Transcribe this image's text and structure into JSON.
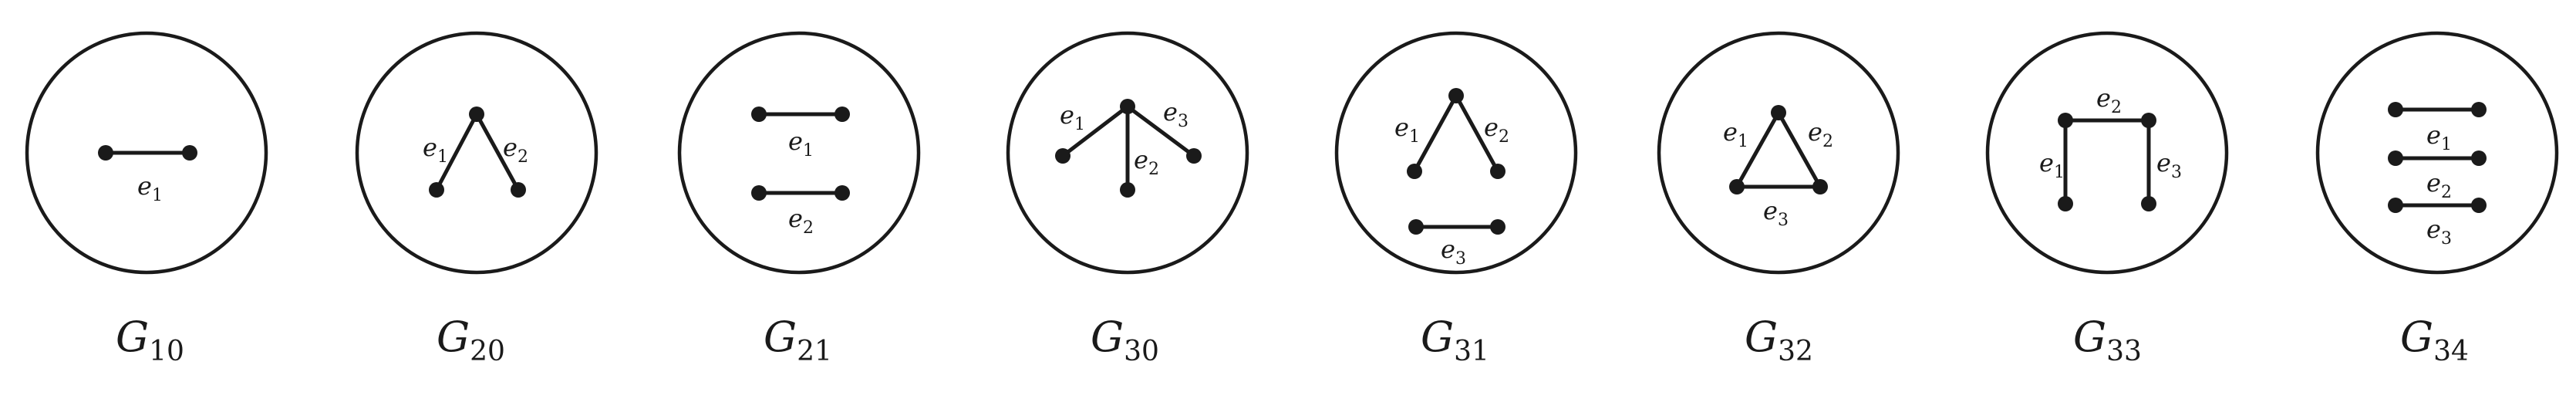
{
  "graphs": [
    {
      "name": "G",
      "subscript": "10",
      "edges": [
        {
          "label": "e",
          "index": "1"
        }
      ]
    },
    {
      "name": "G",
      "subscript": "20",
      "edges": [
        {
          "label": "e",
          "index": "1"
        },
        {
          "label": "e",
          "index": "2"
        }
      ]
    },
    {
      "name": "G",
      "subscript": "21",
      "edges": [
        {
          "label": "e",
          "index": "1"
        },
        {
          "label": "e",
          "index": "2"
        }
      ]
    },
    {
      "name": "G",
      "subscript": "30",
      "edges": [
        {
          "label": "e",
          "index": "1"
        },
        {
          "label": "e",
          "index": "2"
        },
        {
          "label": "e",
          "index": "3"
        }
      ]
    },
    {
      "name": "G",
      "subscript": "31",
      "edges": [
        {
          "label": "e",
          "index": "1"
        },
        {
          "label": "e",
          "index": "2"
        },
        {
          "label": "e",
          "index": "3"
        }
      ]
    },
    {
      "name": "G",
      "subscript": "32",
      "edges": [
        {
          "label": "e",
          "index": "1"
        },
        {
          "label": "e",
          "index": "2"
        },
        {
          "label": "e",
          "index": "3"
        }
      ]
    },
    {
      "name": "G",
      "subscript": "33",
      "edges": [
        {
          "label": "e",
          "index": "1"
        },
        {
          "label": "e",
          "index": "2"
        },
        {
          "label": "e",
          "index": "3"
        }
      ]
    },
    {
      "name": "G",
      "subscript": "34",
      "edges": [
        {
          "label": "e",
          "index": "1"
        },
        {
          "label": "e",
          "index": "2"
        },
        {
          "label": "e",
          "index": "3"
        }
      ]
    }
  ]
}
